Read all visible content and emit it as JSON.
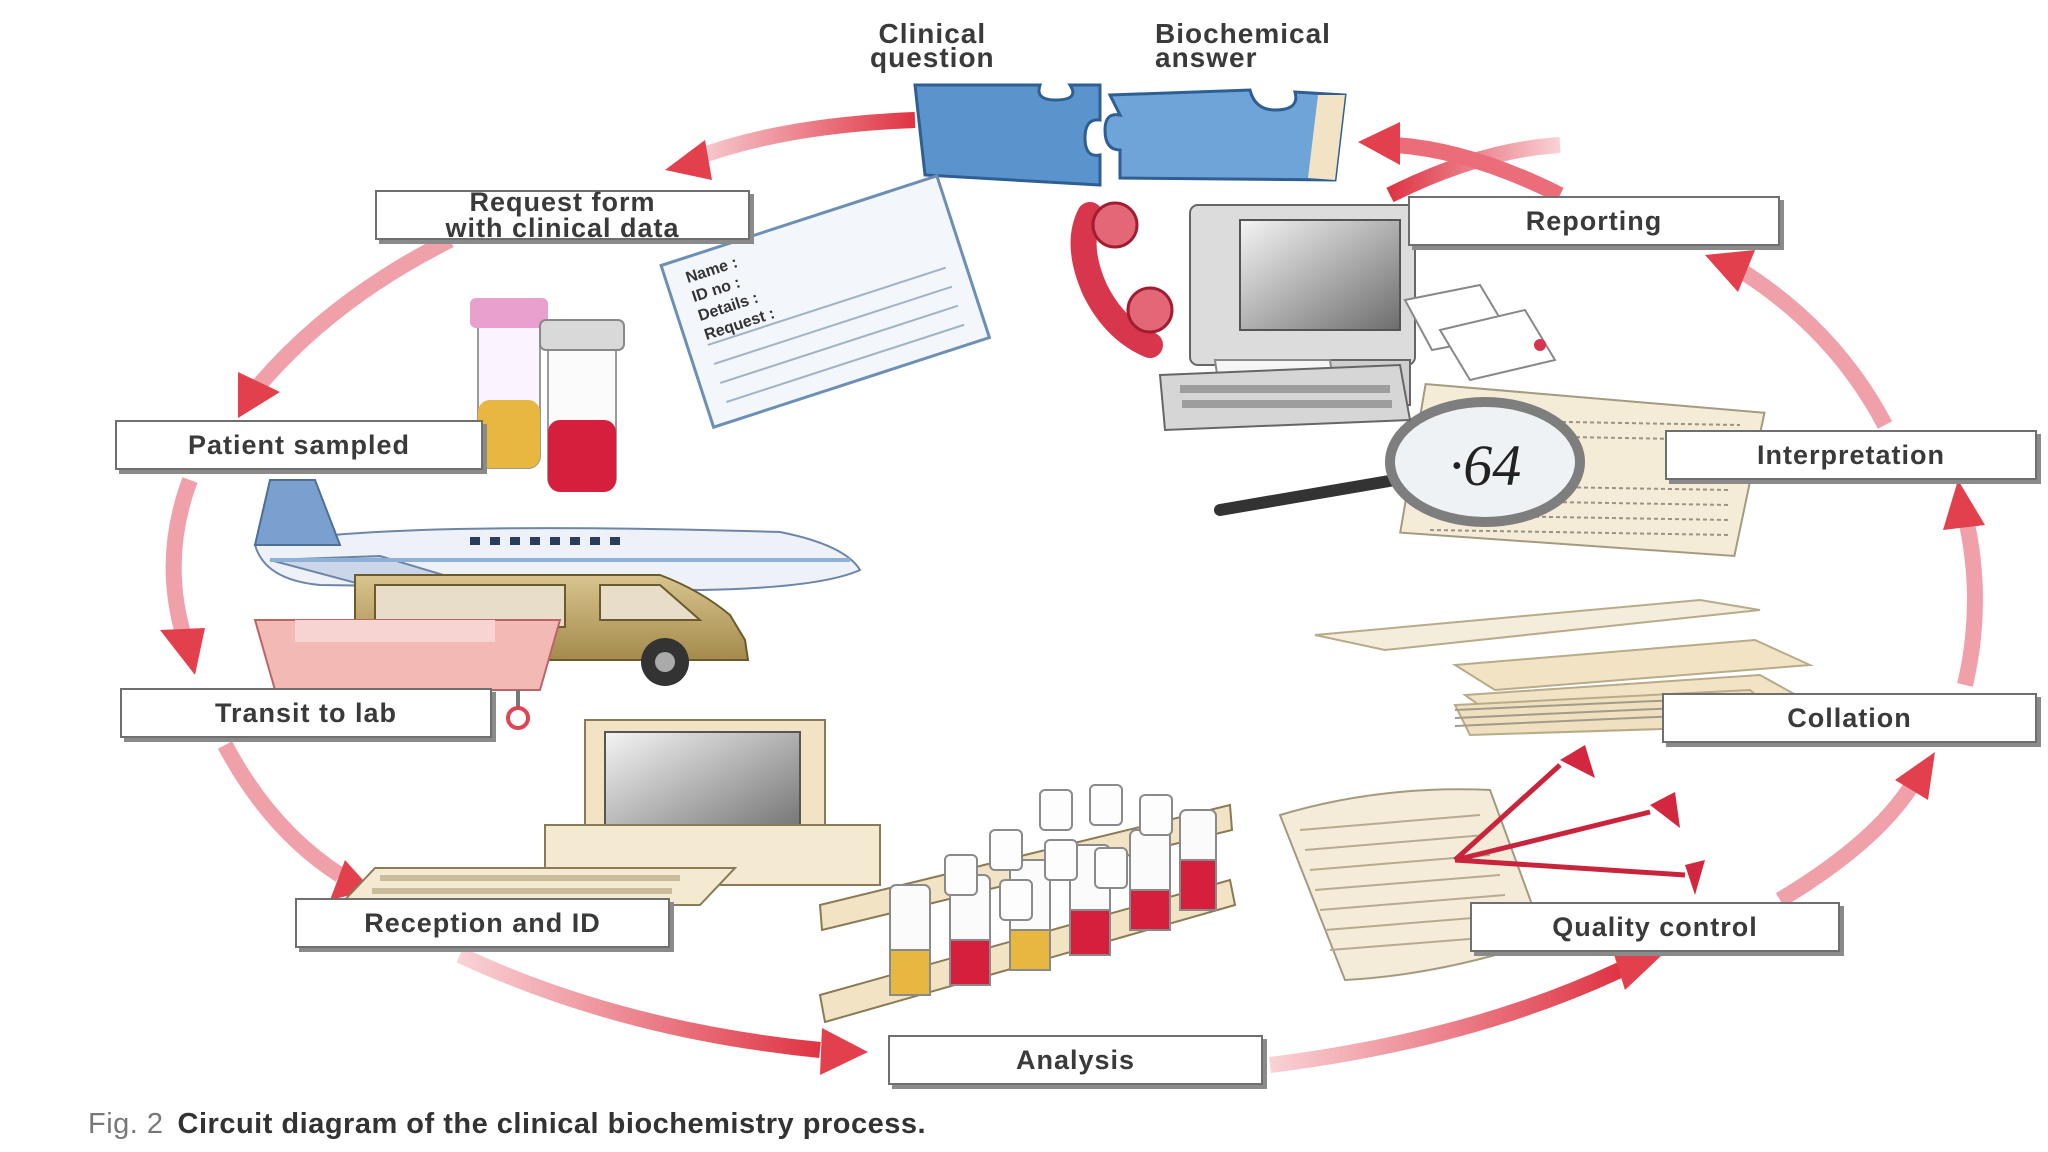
{
  "top": {
    "clinical_question": [
      "Clinical",
      "question"
    ],
    "biochemical_answer": [
      "Biochemical",
      "answer"
    ]
  },
  "steps": {
    "request_form": [
      "Request form",
      "with clinical data"
    ],
    "patient_sampled": "Patient sampled",
    "transit_to_lab": "Transit to lab",
    "reception_and_id": "Reception and ID",
    "analysis": "Analysis",
    "quality_control": "Quality control",
    "collation": "Collation",
    "interpretation": "Interpretation",
    "reporting": "Reporting"
  },
  "form_fields": [
    "Name :",
    "ID no :",
    "Details :",
    "Request :"
  ],
  "magnifier_value": "·64",
  "caption": {
    "fig": "Fig. 2",
    "text": "Circuit diagram of the clinical biochemistry process."
  },
  "colors": {
    "arrow": "#e2404d",
    "arrow_light": "#f6c9cd",
    "puzzle": "#5b94cc",
    "beige": "#f1e3c3",
    "blood": "#d61f3c",
    "urine": "#e7b73f"
  }
}
